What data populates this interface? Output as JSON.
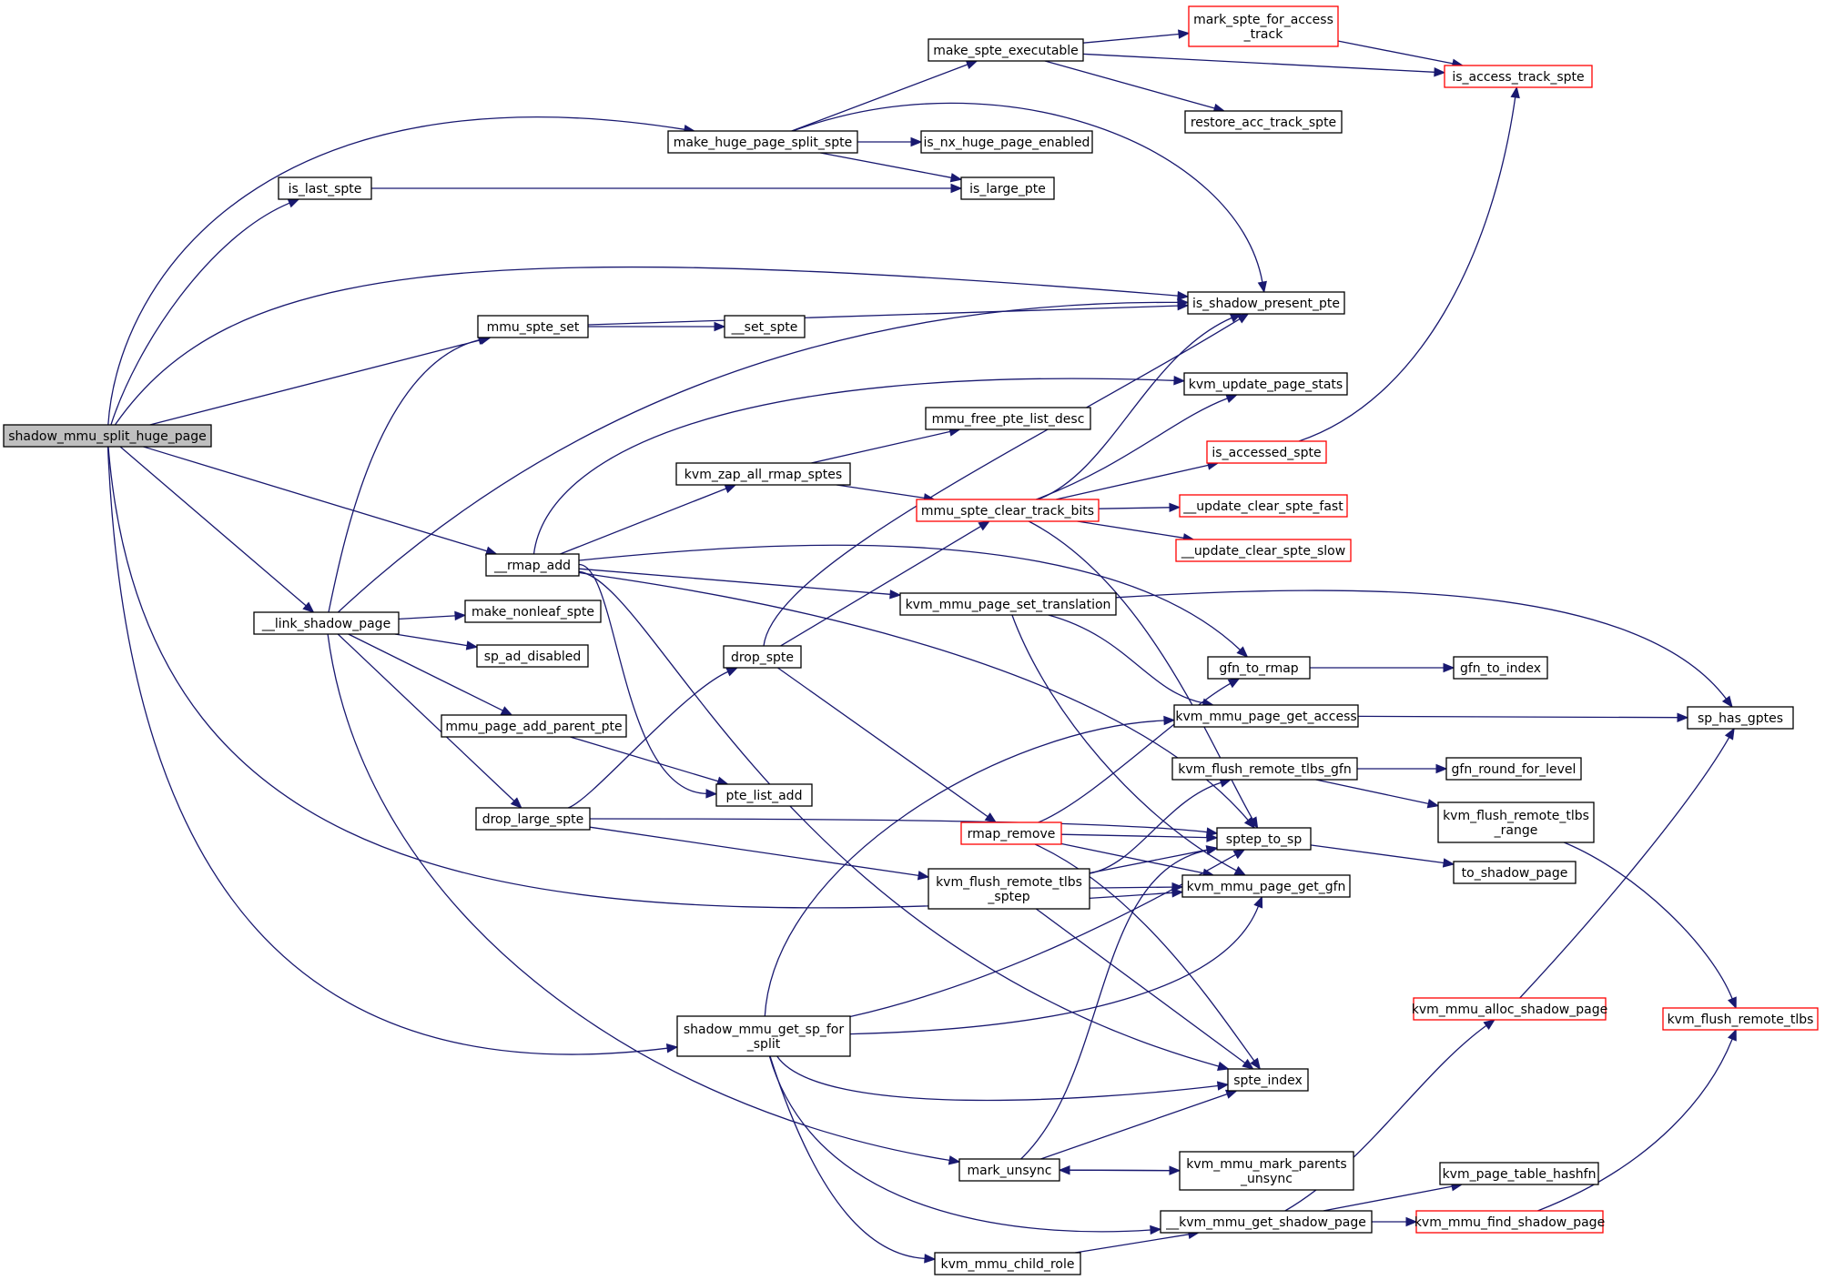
{
  "graph": {
    "nodes": [
      {
        "id": "shadow_mmu_split_huge_page",
        "label": [
          "shadow_mmu_split_huge_page"
        ],
        "style": "root"
      },
      {
        "id": "make_huge_page_split_spte",
        "label": [
          "make_huge_page_split_spte"
        ],
        "style": "normal"
      },
      {
        "id": "make_spte_executable",
        "label": [
          "make_spte_executable"
        ],
        "style": "normal"
      },
      {
        "id": "mark_spte_for_access_track",
        "label": [
          "mark_spte_for_access",
          "_track"
        ],
        "style": "red"
      },
      {
        "id": "is_access_track_spte",
        "label": [
          "is_access_track_spte"
        ],
        "style": "red"
      },
      {
        "id": "restore_acc_track_spte",
        "label": [
          "restore_acc_track_spte"
        ],
        "style": "normal"
      },
      {
        "id": "is_nx_huge_page_enabled",
        "label": [
          "is_nx_huge_page_enabled"
        ],
        "style": "normal"
      },
      {
        "id": "is_last_spte",
        "label": [
          "is_last_spte"
        ],
        "style": "normal"
      },
      {
        "id": "is_large_pte",
        "label": [
          "is_large_pte"
        ],
        "style": "normal"
      },
      {
        "id": "is_shadow_present_pte",
        "label": [
          "is_shadow_present_pte"
        ],
        "style": "normal"
      },
      {
        "id": "mmu_spte_set",
        "label": [
          "mmu_spte_set"
        ],
        "style": "normal"
      },
      {
        "id": "__set_spte",
        "label": [
          "__set_spte"
        ],
        "style": "normal"
      },
      {
        "id": "kvm_update_page_stats",
        "label": [
          "kvm_update_page_stats"
        ],
        "style": "normal"
      },
      {
        "id": "mmu_free_pte_list_desc",
        "label": [
          "mmu_free_pte_list_desc"
        ],
        "style": "normal"
      },
      {
        "id": "is_accessed_spte",
        "label": [
          "is_accessed_spte"
        ],
        "style": "red"
      },
      {
        "id": "kvm_zap_all_rmap_sptes",
        "label": [
          "kvm_zap_all_rmap_sptes"
        ],
        "style": "normal"
      },
      {
        "id": "mmu_spte_clear_track_bits",
        "label": [
          "mmu_spte_clear_track_bits"
        ],
        "style": "red"
      },
      {
        "id": "__update_clear_spte_fast",
        "label": [
          "__update_clear_spte_fast"
        ],
        "style": "red"
      },
      {
        "id": "__update_clear_spte_slow",
        "label": [
          "__update_clear_spte_slow"
        ],
        "style": "red"
      },
      {
        "id": "__rmap_add",
        "label": [
          "__rmap_add"
        ],
        "style": "normal"
      },
      {
        "id": "kvm_mmu_page_set_translation",
        "label": [
          "kvm_mmu_page_set_translation"
        ],
        "style": "normal"
      },
      {
        "id": "__link_shadow_page",
        "label": [
          "__link_shadow_page"
        ],
        "style": "normal"
      },
      {
        "id": "make_nonleaf_spte",
        "label": [
          "make_nonleaf_spte"
        ],
        "style": "normal"
      },
      {
        "id": "sp_ad_disabled",
        "label": [
          "sp_ad_disabled"
        ],
        "style": "normal"
      },
      {
        "id": "drop_spte",
        "label": [
          "drop_spte"
        ],
        "style": "normal"
      },
      {
        "id": "gfn_to_rmap",
        "label": [
          "gfn_to_rmap"
        ],
        "style": "normal"
      },
      {
        "id": "gfn_to_index",
        "label": [
          "gfn_to_index"
        ],
        "style": "normal"
      },
      {
        "id": "kvm_mmu_page_get_access",
        "label": [
          "kvm_mmu_page_get_access"
        ],
        "style": "normal"
      },
      {
        "id": "sp_has_gptes",
        "label": [
          "sp_has_gptes"
        ],
        "style": "normal"
      },
      {
        "id": "mmu_page_add_parent_pte",
        "label": [
          "mmu_page_add_parent_pte"
        ],
        "style": "normal"
      },
      {
        "id": "kvm_flush_remote_tlbs_gfn",
        "label": [
          "kvm_flush_remote_tlbs_gfn"
        ],
        "style": "normal"
      },
      {
        "id": "gfn_round_for_level",
        "label": [
          "gfn_round_for_level"
        ],
        "style": "normal"
      },
      {
        "id": "pte_list_add",
        "label": [
          "pte_list_add"
        ],
        "style": "normal"
      },
      {
        "id": "kvm_flush_remote_tlbs_range",
        "label": [
          "kvm_flush_remote_tlbs",
          "_range"
        ],
        "style": "normal"
      },
      {
        "id": "drop_large_spte",
        "label": [
          "drop_large_spte"
        ],
        "style": "normal"
      },
      {
        "id": "rmap_remove",
        "label": [
          "rmap_remove"
        ],
        "style": "red"
      },
      {
        "id": "sptep_to_sp",
        "label": [
          "sptep_to_sp"
        ],
        "style": "normal"
      },
      {
        "id": "to_shadow_page",
        "label": [
          "to_shadow_page"
        ],
        "style": "normal"
      },
      {
        "id": "kvm_flush_remote_tlbs_sptep",
        "label": [
          "kvm_flush_remote_tlbs",
          "_sptep"
        ],
        "style": "normal"
      },
      {
        "id": "kvm_mmu_page_get_gfn",
        "label": [
          "kvm_mmu_page_get_gfn"
        ],
        "style": "normal"
      },
      {
        "id": "kvm_mmu_alloc_shadow_page",
        "label": [
          "kvm_mmu_alloc_shadow_page"
        ],
        "style": "red"
      },
      {
        "id": "kvm_flush_remote_tlbs",
        "label": [
          "kvm_flush_remote_tlbs"
        ],
        "style": "red"
      },
      {
        "id": "shadow_mmu_get_sp_for_split",
        "label": [
          "shadow_mmu_get_sp_for",
          "_split"
        ],
        "style": "normal"
      },
      {
        "id": "spte_index",
        "label": [
          "spte_index"
        ],
        "style": "normal"
      },
      {
        "id": "mark_unsync",
        "label": [
          "mark_unsync"
        ],
        "style": "normal"
      },
      {
        "id": "kvm_mmu_mark_parents_unsync",
        "label": [
          "kvm_mmu_mark_parents",
          "_unsync"
        ],
        "style": "normal"
      },
      {
        "id": "kvm_page_table_hashfn",
        "label": [
          "kvm_page_table_hashfn"
        ],
        "style": "normal"
      },
      {
        "id": "__kvm_mmu_get_shadow_page",
        "label": [
          "__kvm_mmu_get_shadow_page"
        ],
        "style": "normal"
      },
      {
        "id": "kvm_mmu_find_shadow_page",
        "label": [
          "kvm_mmu_find_shadow_page"
        ],
        "style": "red"
      },
      {
        "id": "kvm_mmu_child_role",
        "label": [
          "kvm_mmu_child_role"
        ],
        "style": "normal"
      }
    ],
    "edges": [
      [
        "shadow_mmu_split_huge_page",
        "make_huge_page_split_spte"
      ],
      [
        "shadow_mmu_split_huge_page",
        "is_last_spte"
      ],
      [
        "shadow_mmu_split_huge_page",
        "is_shadow_present_pte"
      ],
      [
        "shadow_mmu_split_huge_page",
        "mmu_spte_set"
      ],
      [
        "shadow_mmu_split_huge_page",
        "__rmap_add"
      ],
      [
        "shadow_mmu_split_huge_page",
        "__link_shadow_page"
      ],
      [
        "shadow_mmu_split_huge_page",
        "kvm_mmu_page_get_gfn"
      ],
      [
        "shadow_mmu_split_huge_page",
        "shadow_mmu_get_sp_for_split"
      ],
      [
        "make_huge_page_split_spte",
        "make_spte_executable"
      ],
      [
        "make_huge_page_split_spte",
        "is_shadow_present_pte"
      ],
      [
        "make_huge_page_split_spte",
        "is_nx_huge_page_enabled"
      ],
      [
        "make_huge_page_split_spte",
        "is_large_pte"
      ],
      [
        "make_spte_executable",
        "mark_spte_for_access_track"
      ],
      [
        "make_spte_executable",
        "is_access_track_spte"
      ],
      [
        "make_spte_executable",
        "restore_acc_track_spte"
      ],
      [
        "mark_spte_for_access_track",
        "is_access_track_spte"
      ],
      [
        "is_last_spte",
        "is_large_pte"
      ],
      [
        "mmu_spte_set",
        "is_shadow_present_pte"
      ],
      [
        "mmu_spte_set",
        "__set_spte"
      ],
      [
        "__link_shadow_page",
        "mmu_spte_set"
      ],
      [
        "__link_shadow_page",
        "is_shadow_present_pte"
      ],
      [
        "__link_shadow_page",
        "make_nonleaf_spte"
      ],
      [
        "__link_shadow_page",
        "sp_ad_disabled"
      ],
      [
        "__link_shadow_page",
        "mmu_page_add_parent_pte"
      ],
      [
        "__link_shadow_page",
        "drop_large_spte"
      ],
      [
        "__link_shadow_page",
        "mark_unsync"
      ],
      [
        "__rmap_add",
        "kvm_update_page_stats"
      ],
      [
        "__rmap_add",
        "kvm_zap_all_rmap_sptes"
      ],
      [
        "__rmap_add",
        "gfn_to_rmap"
      ],
      [
        "__rmap_add",
        "kvm_mmu_page_set_translation"
      ],
      [
        "__rmap_add",
        "sptep_to_sp"
      ],
      [
        "__rmap_add",
        "pte_list_add"
      ],
      [
        "__rmap_add",
        "spte_index"
      ],
      [
        "kvm_zap_all_rmap_sptes",
        "mmu_free_pte_list_desc"
      ],
      [
        "kvm_zap_all_rmap_sptes",
        "mmu_spte_clear_track_bits"
      ],
      [
        "mmu_spte_clear_track_bits",
        "is_shadow_present_pte"
      ],
      [
        "mmu_spte_clear_track_bits",
        "kvm_update_page_stats"
      ],
      [
        "mmu_spte_clear_track_bits",
        "is_accessed_spte"
      ],
      [
        "mmu_spte_clear_track_bits",
        "__update_clear_spte_fast"
      ],
      [
        "mmu_spte_clear_track_bits",
        "__update_clear_spte_slow"
      ],
      [
        "mmu_spte_clear_track_bits",
        "sptep_to_sp"
      ],
      [
        "is_accessed_spte",
        "is_access_track_spte"
      ],
      [
        "kvm_mmu_page_set_translation",
        "sp_has_gptes"
      ],
      [
        "kvm_mmu_page_set_translation",
        "kvm_mmu_page_get_access"
      ],
      [
        "kvm_mmu_page_set_translation",
        "kvm_mmu_page_get_gfn"
      ],
      [
        "drop_spte",
        "is_shadow_present_pte"
      ],
      [
        "drop_spte",
        "mmu_spte_clear_track_bits"
      ],
      [
        "drop_spte",
        "rmap_remove"
      ],
      [
        "drop_large_spte",
        "drop_spte"
      ],
      [
        "drop_large_spte",
        "sptep_to_sp"
      ],
      [
        "drop_large_spte",
        "kvm_flush_remote_tlbs_sptep"
      ],
      [
        "mmu_page_add_parent_pte",
        "pte_list_add"
      ],
      [
        "gfn_to_rmap",
        "gfn_to_index"
      ],
      [
        "kvm_mmu_page_get_access",
        "sp_has_gptes"
      ],
      [
        "kvm_flush_remote_tlbs_gfn",
        "gfn_round_for_level"
      ],
      [
        "kvm_flush_remote_tlbs_gfn",
        "kvm_flush_remote_tlbs_range"
      ],
      [
        "kvm_flush_remote_tlbs_range",
        "kvm_flush_remote_tlbs"
      ],
      [
        "rmap_remove",
        "gfn_to_rmap"
      ],
      [
        "rmap_remove",
        "sptep_to_sp"
      ],
      [
        "rmap_remove",
        "kvm_mmu_page_get_gfn"
      ],
      [
        "rmap_remove",
        "spte_index"
      ],
      [
        "sptep_to_sp",
        "to_shadow_page"
      ],
      [
        "kvm_flush_remote_tlbs_sptep",
        "kvm_flush_remote_tlbs_gfn"
      ],
      [
        "kvm_flush_remote_tlbs_sptep",
        "sptep_to_sp"
      ],
      [
        "kvm_flush_remote_tlbs_sptep",
        "kvm_mmu_page_get_gfn"
      ],
      [
        "kvm_flush_remote_tlbs_sptep",
        "spte_index"
      ],
      [
        "shadow_mmu_get_sp_for_split",
        "kvm_mmu_page_get_access"
      ],
      [
        "shadow_mmu_get_sp_for_split",
        "sptep_to_sp"
      ],
      [
        "shadow_mmu_get_sp_for_split",
        "kvm_mmu_page_get_gfn"
      ],
      [
        "shadow_mmu_get_sp_for_split",
        "spte_index"
      ],
      [
        "shadow_mmu_get_sp_for_split",
        "__kvm_mmu_get_shadow_page"
      ],
      [
        "shadow_mmu_get_sp_for_split",
        "kvm_mmu_child_role"
      ],
      [
        "mark_unsync",
        "sptep_to_sp"
      ],
      [
        "mark_unsync",
        "spte_index"
      ],
      [
        "mark_unsync",
        "kvm_mmu_mark_parents_unsync"
      ],
      [
        "kvm_mmu_mark_parents_unsync",
        "mark_unsync"
      ],
      [
        "kvm_mmu_alloc_shadow_page",
        "sp_has_gptes"
      ],
      [
        "__kvm_mmu_get_shadow_page",
        "kvm_mmu_alloc_shadow_page"
      ],
      [
        "__kvm_mmu_get_shadow_page",
        "kvm_page_table_hashfn"
      ],
      [
        "__kvm_mmu_get_shadow_page",
        "kvm_mmu_find_shadow_page"
      ],
      [
        "kvm_mmu_find_shadow_page",
        "kvm_flush_remote_tlbs"
      ],
      [
        "kvm_mmu_child_role",
        "__kvm_mmu_get_shadow_page"
      ]
    ]
  }
}
